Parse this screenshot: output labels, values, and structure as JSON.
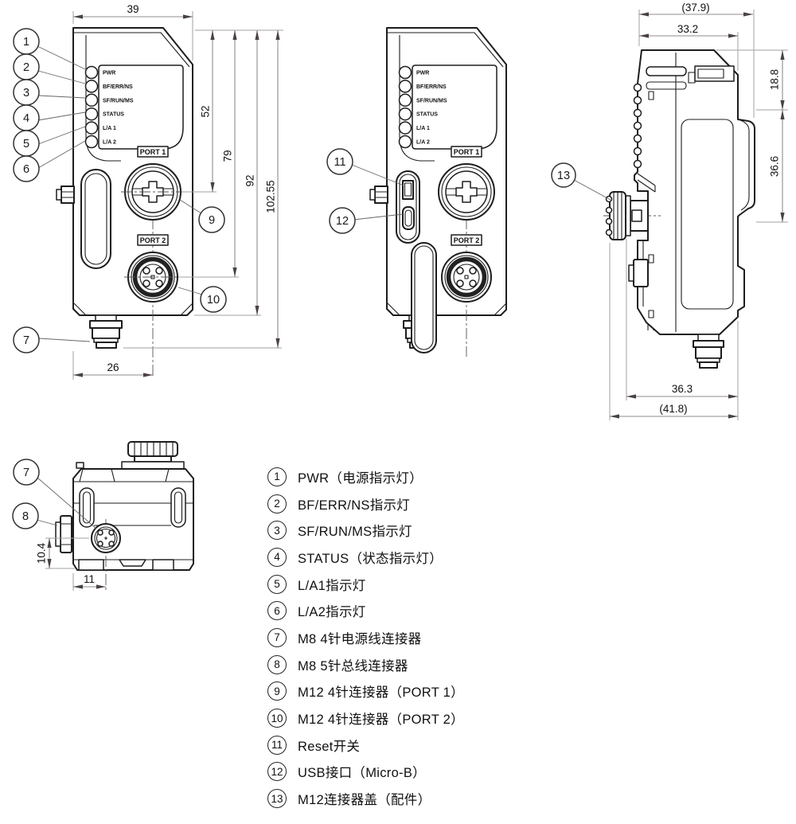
{
  "device": {
    "leds": [
      "PWR",
      "BF/ERR/NS",
      "SF/RUN/MS",
      "STATUS",
      "L/A 1",
      "L/A 2"
    ],
    "port1_label": "PORT 1",
    "port2_label": "PORT 2"
  },
  "dimensions": {
    "front": {
      "width": "39",
      "left_to_port_axis": "26",
      "top_to_port1": "52",
      "top_to_port2": "79",
      "body_height": "92",
      "total_height": "102.55"
    },
    "side": {
      "depth_overall": "(37.9)",
      "depth_body": "33.2",
      "top_section": "18.8",
      "rail_section": "36.6",
      "depth_lower": "36.3",
      "depth_lower_overall": "(41.8)"
    },
    "bottom": {
      "connector_to_base": "10.4",
      "edge_to_connector": "11"
    }
  },
  "callouts": {
    "c1": "1",
    "c2": "2",
    "c3": "3",
    "c4": "4",
    "c5": "5",
    "c6": "6",
    "c7": "7",
    "c8": "8",
    "c9": "9",
    "c10": "10",
    "c11": "11",
    "c12": "12",
    "c13": "13"
  },
  "legend": {
    "items": [
      {
        "num": "1",
        "label": "PWR（电源指示灯）"
      },
      {
        "num": "2",
        "label": "BF/ERR/NS指示灯"
      },
      {
        "num": "3",
        "label": "SF/RUN/MS指示灯"
      },
      {
        "num": "4",
        "label": "STATUS（状态指示灯）"
      },
      {
        "num": "5",
        "label": "L/A1指示灯"
      },
      {
        "num": "6",
        "label": "L/A2指示灯"
      },
      {
        "num": "7",
        "label": "M8 4针电源线连接器"
      },
      {
        "num": "8",
        "label": "M8 5针总线连接器"
      },
      {
        "num": "9",
        "label": "M12 4针连接器（PORT 1）"
      },
      {
        "num": "10",
        "label": "M12 4针连接器（PORT 2）"
      },
      {
        "num": "11",
        "label": "Reset开关"
      },
      {
        "num": "12",
        "label": "USB接口（Micro-B）"
      },
      {
        "num": "13",
        "label": "M12连接器盖（配件）"
      }
    ]
  }
}
